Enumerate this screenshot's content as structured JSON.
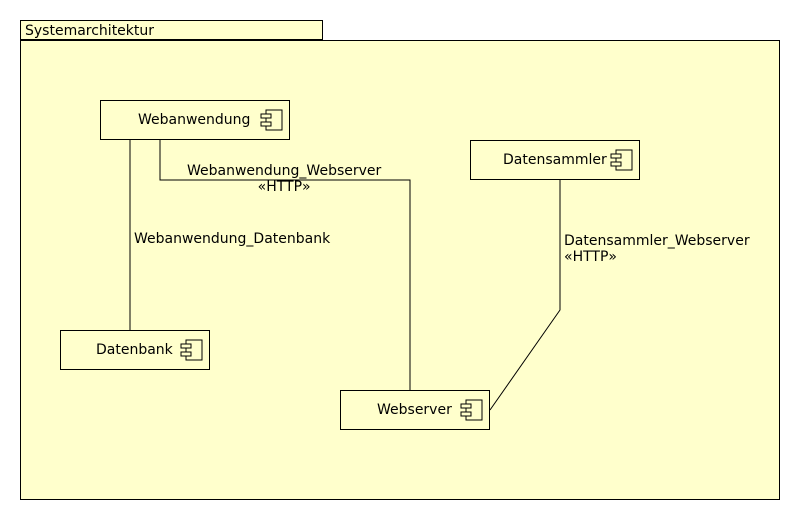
{
  "package": {
    "name": "Systemarchitektur",
    "fill_color": "#ffffcc"
  },
  "components": {
    "webanwendung": {
      "name": "Webanwendung",
      "icon": "component-icon"
    },
    "datensammler": {
      "name": "Datensammler",
      "icon": "component-icon"
    },
    "datenbank": {
      "name": "Datenbank",
      "icon": "component-icon"
    },
    "webserver": {
      "name": "Webserver",
      "icon": "component-icon"
    }
  },
  "connectors": {
    "webanwendung_webserver": {
      "name": "Webanwendung_Webserver",
      "stereotype": "«HTTP»"
    },
    "webanwendung_datenbank": {
      "name": "Webanwendung_Datenbank"
    },
    "datensammler_webserver": {
      "name": "Datensammler_Webserver",
      "stereotype": "«HTTP»"
    }
  }
}
